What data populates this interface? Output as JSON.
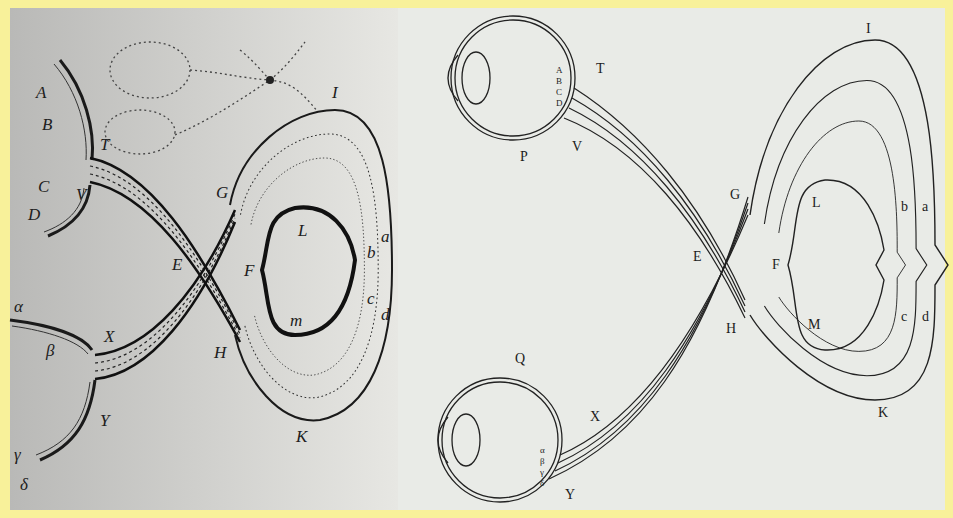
{
  "diagram": {
    "labels": [
      "A",
      "B",
      "T",
      "C",
      "V",
      "D",
      "E",
      "G",
      "I",
      "L",
      "F",
      "a",
      "b",
      "c",
      "d",
      "m",
      "H",
      "K",
      "α",
      "X",
      "β",
      "Y",
      "γ",
      "δ",
      "P",
      "A",
      "B",
      "C",
      "D",
      "T",
      "V",
      "E",
      "G",
      "F",
      "L",
      "I",
      "b",
      "a",
      "c",
      "d",
      "M",
      "H",
      "K",
      "Q",
      "X",
      "α",
      "β",
      "γ",
      "δ",
      "Y"
    ]
  }
}
